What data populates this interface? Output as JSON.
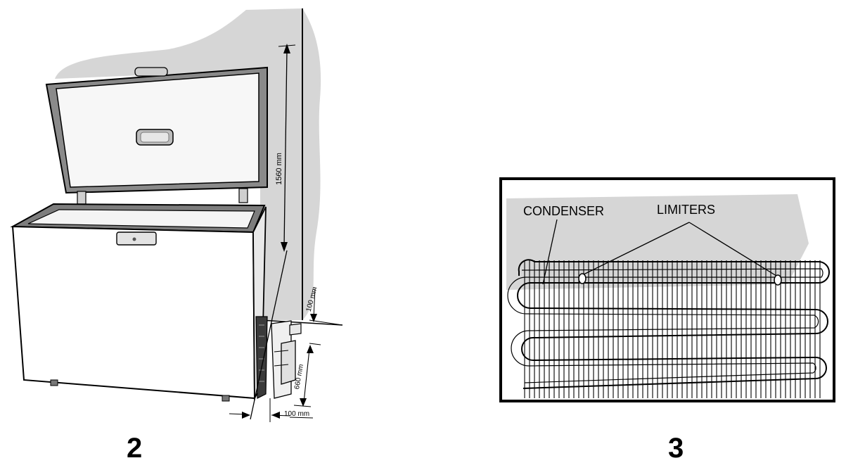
{
  "figure_2": {
    "number": "2",
    "dimension_wall_height": "1560 mm",
    "dimension_top_clearance": "100 mm",
    "dimension_compressor_height": "660 mm",
    "dimension_side_clearance": "100 mm"
  },
  "figure_3": {
    "number": "3",
    "label_condenser": "CONDENSER",
    "label_limiters": "LIMITERS"
  },
  "colors": {
    "wall_gray": "#d6d6d6",
    "line": "#000000",
    "panel_light": "#f2f2f2",
    "panel_mid": "#cfcfcf"
  }
}
